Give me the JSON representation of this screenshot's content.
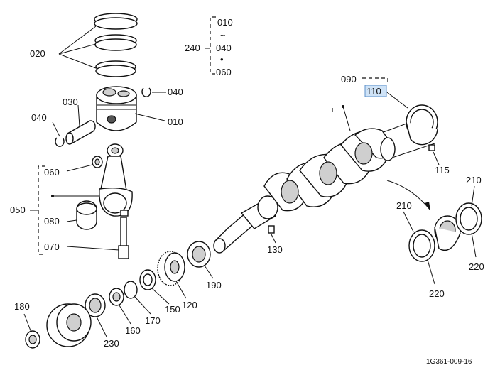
{
  "callouts": {
    "c010": "010",
    "c020": "020",
    "c030": "030",
    "c040a": "040",
    "c040b": "040",
    "c050": "050",
    "c060": "060",
    "c070": "070",
    "c080": "080",
    "c090": "090",
    "c110": "110",
    "c115": "115",
    "c120": "120",
    "c130": "130",
    "c150": "150",
    "c160": "160",
    "c170": "170",
    "c180": "180",
    "c190": "190",
    "c210a": "210",
    "c210b": "210",
    "c220a": "220",
    "c220b": "220",
    "c230": "230",
    "c240": "240"
  },
  "size_list": {
    "s1": "010",
    "s2": "~",
    "s3": "040",
    "s4": "•",
    "s5": "060"
  },
  "figure_code": "1G361-009-16",
  "colors": {
    "highlight": "#cfe3f7"
  }
}
